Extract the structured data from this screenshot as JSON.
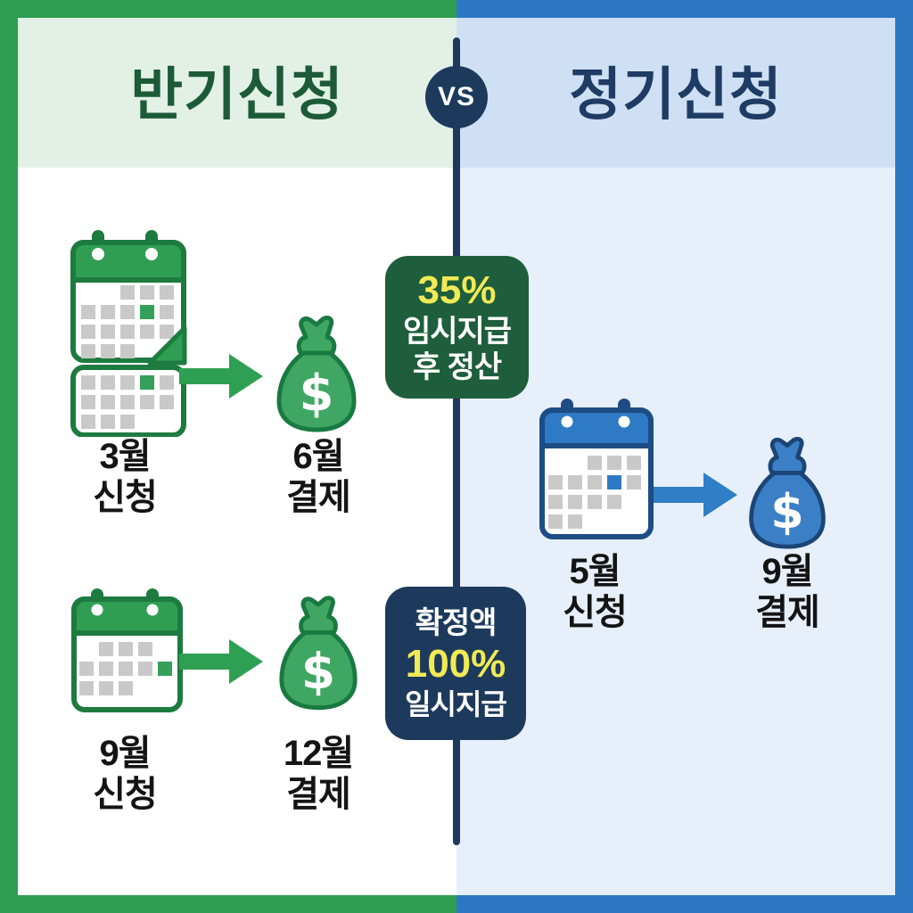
{
  "left_panel": {
    "title": "반기신청",
    "theme_color": "#2f9e52",
    "title_color": "#1d5b38",
    "header_bg": "#e2f0e6",
    "content_bg": "#ffffff",
    "rows": [
      {
        "calendar_icon": "calendar-two-months-icon",
        "arrow_icon": "arrow-right-icon",
        "money_icon": "money-bag-icon",
        "apply_label": "3월\n신청",
        "pay_label": "6월\n결제"
      },
      {
        "calendar_icon": "calendar-icon",
        "arrow_icon": "arrow-right-icon",
        "money_icon": "money-bag-icon",
        "apply_label": "9월\n신청",
        "pay_label": "12월\n결제"
      }
    ]
  },
  "right_panel": {
    "title": "정기신청",
    "theme_color": "#2e78c3",
    "title_color": "#1e3c64",
    "header_bg": "#cfe0f4",
    "content_bg": "#e7effa",
    "rows": [
      {
        "calendar_icon": "calendar-icon",
        "arrow_icon": "arrow-right-icon",
        "money_icon": "money-bag-icon",
        "apply_label": "5월\n신청",
        "pay_label": "9월\n결제"
      }
    ]
  },
  "vs_badge": {
    "label": "VS",
    "bg": "#1d3a5c"
  },
  "badges": {
    "semi": {
      "percent": "35%",
      "line2": "임시지급",
      "line3": "후 정산",
      "bg": "#1e5e3c",
      "percent_color": "#f1ea55"
    },
    "regular": {
      "line1": "확정액",
      "percent": "100%",
      "line3": "일시지급",
      "bg": "#1d3a5c",
      "percent_color": "#f1ea55"
    }
  },
  "colors": {
    "divider_navy": "#1d3a5c",
    "label_black": "#141414",
    "calendar_green": "#2f9e53",
    "calendar_green_dark": "#1e7b40",
    "calendar_blue": "#2f7ac5",
    "calendar_blue_dark": "#1e4c85",
    "grid_gray": "#c9c9c9"
  }
}
